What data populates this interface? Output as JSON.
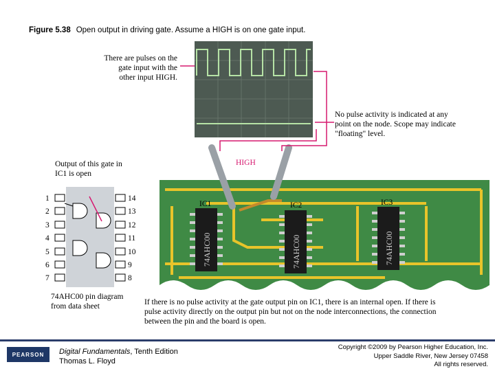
{
  "caption": {
    "figure_label": "Figure 5.38",
    "text": "Open output in driving gate. Assume a HIGH is on one gate input."
  },
  "annotations": {
    "pulses_note": "There are pulses on the gate input with the other input HIGH.",
    "no_pulse_note": "No pulse activity is indicated at any point on the node. Scope may indicate \"floating\" level.",
    "output_note": "Output of this gate in IC1 is open",
    "high_label": "HIGH",
    "pin_diagram_note": "74AHC00 pin diagram from data sheet",
    "bottom_note": "If there is no pulse activity at the gate output pin on IC1, there is an internal open. If there is pulse activity directly on the output pin but not on the node interconnections, the connection between the pin and the board is open."
  },
  "pin_numbers_left": [
    "1",
    "2",
    "3",
    "4",
    "5",
    "6",
    "7"
  ],
  "pin_numbers_right": [
    "14",
    "13",
    "12",
    "11",
    "10",
    "9",
    "8"
  ],
  "ics": [
    {
      "label": "IC1",
      "chip": "74AHC00"
    },
    {
      "label": "IC2",
      "chip": "74AHC00"
    },
    {
      "label": "IC3",
      "chip": "74AHC00"
    }
  ],
  "footer": {
    "logo": "PEARSON",
    "book_title": "Digital Fundamentals",
    "edition": ", Tenth Edition",
    "author": "Thomas L. Floyd",
    "copyright_line1": "Copyright ©2009 by Pearson Higher Education, Inc.",
    "copyright_line2": "Upper Saddle River, New Jersey 07458",
    "copyright_line3": "All rights reserved."
  },
  "colors": {
    "board_green": "#3f8a45",
    "trace_yellow": "#e8c42a",
    "scope_bg": "#4d5a52",
    "scope_trace": "#b6e3a6",
    "callout_magenta": "#d6186f",
    "chip_black": "#1b1b1b"
  }
}
